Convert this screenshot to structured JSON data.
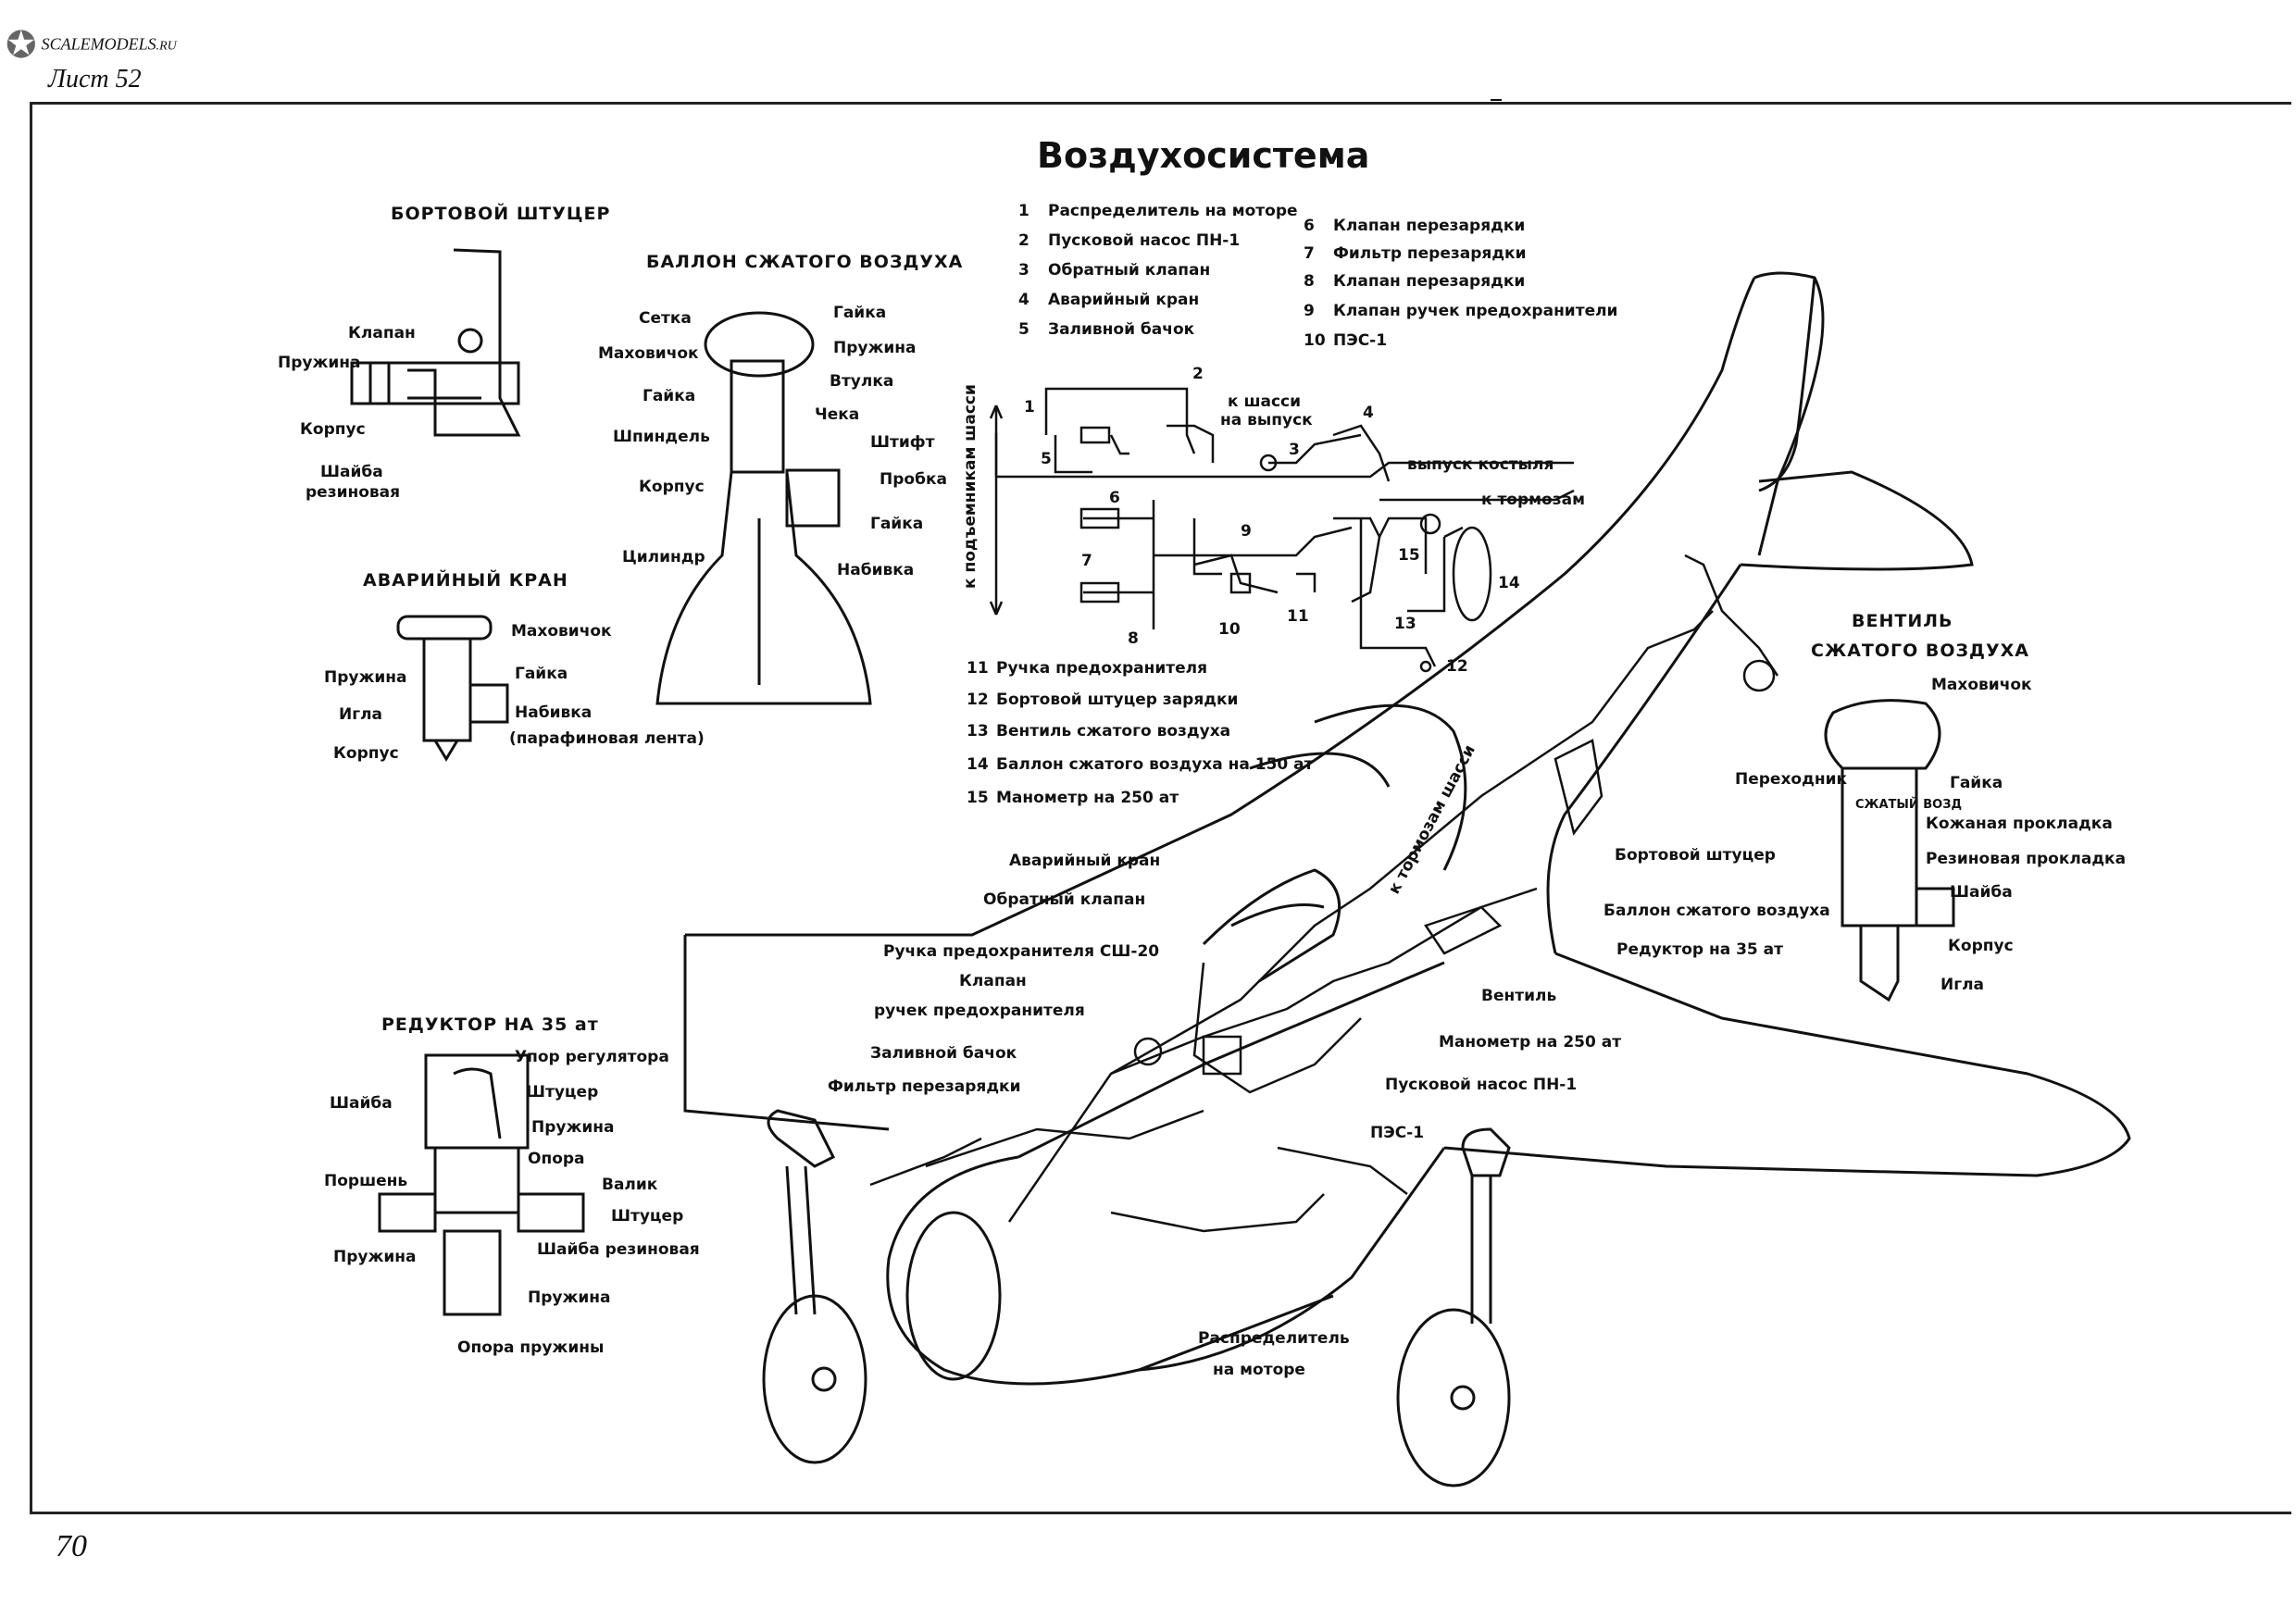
{
  "header": {
    "logo_text": "SCALEMODELS",
    "logo_suffix": ".RU",
    "sheet_label": "Лист 52",
    "page_number": "70"
  },
  "title": "Воздухосистема",
  "legend_top_left": [
    {
      "n": "1",
      "text": "Распределитель на моторе"
    },
    {
      "n": "2",
      "text": "Пусковой насос ПН-1"
    },
    {
      "n": "3",
      "text": "Обратный клапан"
    },
    {
      "n": "4",
      "text": "Аварийный кран"
    },
    {
      "n": "5",
      "text": "Заливной бачок"
    }
  ],
  "legend_top_right": [
    {
      "n": "6",
      "text": "Клапан перезарядки"
    },
    {
      "n": "7",
      "text": "Фильтр перезарядки"
    },
    {
      "n": "8",
      "text": "Клапан перезарядки"
    },
    {
      "n": "9",
      "text": "Клапан ручек предохранители"
    },
    {
      "n": "10",
      "text": "ПЭС-1"
    }
  ],
  "legend_bottom": [
    {
      "n": "11",
      "text": "Ручка предохранителя"
    },
    {
      "n": "12",
      "text": "Бортовой штуцер зарядки"
    },
    {
      "n": "13",
      "text": "Вентиль сжатого воздуха"
    },
    {
      "n": "14",
      "text": "Баллон сжатого воздуха на 150 ат"
    },
    {
      "n": "15",
      "text": "Манометр на 250 ат"
    }
  ],
  "schematic": {
    "vertical_label": "к подъемникам шасси",
    "to_chassis": "к шасси",
    "to_release": "на выпуск",
    "tailwheel_release": "выпуск костыля",
    "to_brakes": "к тормозам",
    "numbers": [
      "1",
      "2",
      "3",
      "4",
      "5",
      "6",
      "7",
      "8",
      "9",
      "10",
      "11",
      "12",
      "13",
      "14",
      "15"
    ]
  },
  "details": {
    "fitting": {
      "title": "БОРТОВОЙ ШТУЦЕР",
      "labels": [
        "Клапан",
        "Пружина",
        "Корпус",
        "Шайба",
        "резиновая"
      ]
    },
    "cylinder": {
      "title": "БАЛЛОН СЖАТОГО ВОЗДУХА",
      "labels_left": [
        "Сетка",
        "Маховичок",
        "Гайка",
        "Шпиндель",
        "Корпус",
        "Цилиндр"
      ],
      "labels_right": [
        "Гайка",
        "Пружина",
        "Втулка",
        "Чека",
        "Штифт",
        "Пробка",
        "Гайка",
        "Набивка"
      ]
    },
    "emergency_valve": {
      "title": "АВАРИЙНЫЙ КРАН",
      "labels_left": [
        "Пружина",
        "Игла",
        "Корпус"
      ],
      "labels_right": [
        "Маховичок",
        "Гайка",
        "Набивка",
        "(парафиновая лента)"
      ]
    },
    "reducer": {
      "title": "РЕДУКТОР НА 35 ат",
      "labels_left": [
        "Шайба",
        "Поршень",
        "Пружина"
      ],
      "labels_right": [
        "Упор регулятора",
        "Штуцер",
        "Пружина",
        "Опора",
        "Валик",
        "Штуцер",
        "Шайба резиновая",
        "Пружина"
      ],
      "label_bottom": "Опора пружины"
    },
    "air_valve": {
      "title_line1": "ВЕНТИЛЬ",
      "title_line2": "СЖАТОГО ВОЗДУХА",
      "knob_text": "СЖАТЫЙ ВОЗД",
      "labels_left": [
        "Переходник"
      ],
      "labels_right": [
        "Маховичок",
        "Гайка",
        "Кожаная прокладка",
        "Резиновая прокладка",
        "Шайба",
        "Корпус",
        "Игла"
      ]
    }
  },
  "aircraft_labels": {
    "emergency_valve": "Аварийный кран",
    "check_valve": "Обратный клапан",
    "safety_handle": "Ручка предохранителя СШ-20",
    "valve": "Клапан",
    "handle_safety": "ручек предохранителя",
    "fill_tank": "Заливной бачок",
    "recharge_filter": "Фильтр перезарядки",
    "board_fitting": "Бортовой штуцер",
    "air_cylinder": "Баллон сжатого воздуха",
    "reducer": "Редуктор на 35 ат",
    "shutoff_valve": "Вентиль",
    "manometer": "Манометр на 250 ат",
    "start_pump": "Пусковой насос ПН-1",
    "pes": "ПЭС-1",
    "distributor_l1": "Распределитель",
    "distributor_l2": "на моторе",
    "to_brakes_chassis": "к тормозам шасси"
  }
}
